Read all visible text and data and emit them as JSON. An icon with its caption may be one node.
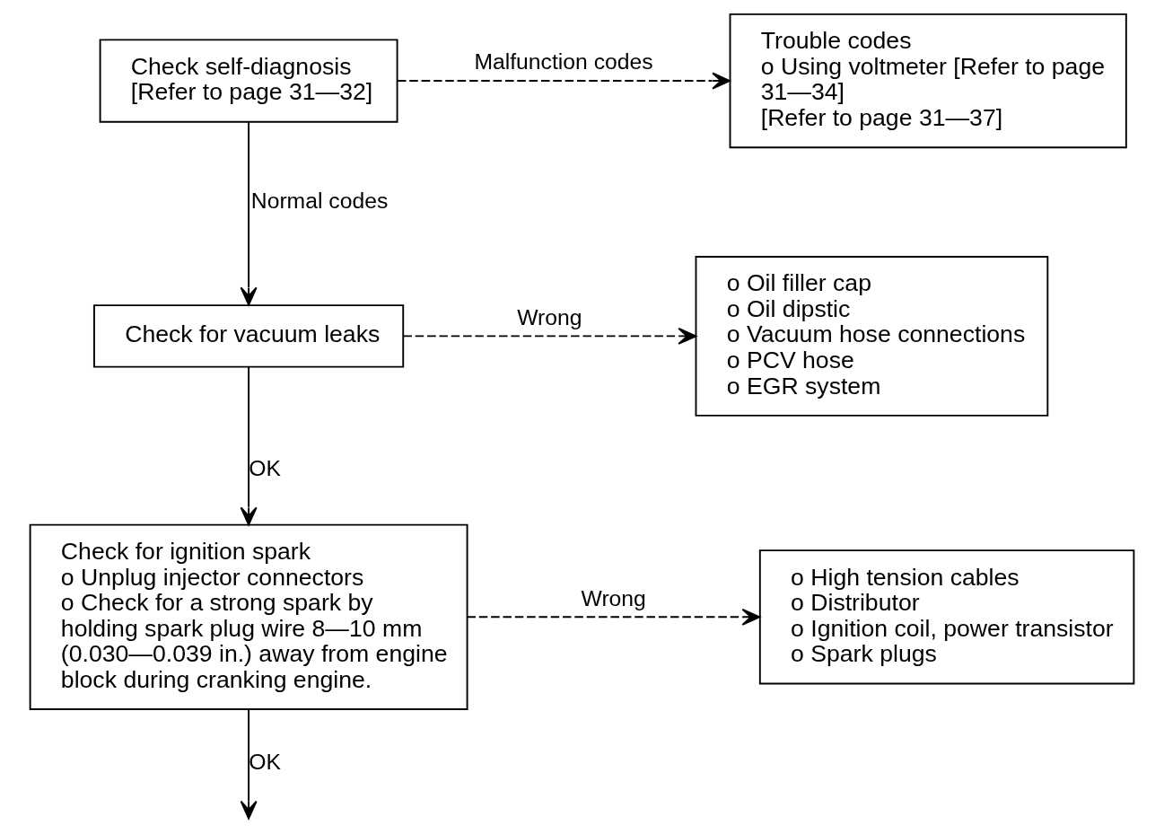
{
  "diagram": {
    "nodes": [
      {
        "text": [
          "Check self-diagnosis",
          "[Refer to page 31—32]"
        ]
      },
      {
        "text": [
          "Trouble codes",
          "o Using voltmeter [Refer to page 31—34]",
          "[Refer to page 31—37]"
        ]
      },
      {
        "text": [
          "Check for vacuum leaks"
        ]
      },
      {
        "text": [
          "o Oil filler cap",
          "o Oil dipstic",
          "o Vacuum hose connections",
          "o PCV hose",
          "o EGR system"
        ]
      },
      {
        "text": [
          "Check for ignition spark",
          "o Unplug injector connectors",
          "o Check for a strong spark by holding spark plug wire 8—10 mm (0.030—0.039 in.) away from engine block during cranking engine."
        ]
      },
      {
        "text": [
          "o High tension cables",
          "o Distributor",
          "o Ignition coil, power transistor",
          "o Spark plugs"
        ]
      }
    ],
    "edges": [
      {
        "from": 0,
        "to": 1,
        "arrow": "to",
        "style": "dashed",
        "label": "Malfunction codes"
      },
      {
        "from": 0,
        "to": 2,
        "arrow": "to",
        "label": "Normal codes"
      },
      {
        "from": 2,
        "to": 3,
        "arrow": "to",
        "style": "dashed",
        "label": "Wrong"
      },
      {
        "from": 2,
        "to": 4,
        "arrow": "to",
        "label": "OK"
      },
      {
        "from": 4,
        "to": 5,
        "arrow": "to",
        "style": "dashed",
        "label": "Wrong"
      },
      {
        "from": 4,
        "to": null,
        "arrow": "to",
        "label": "OK"
      }
    ]
  }
}
